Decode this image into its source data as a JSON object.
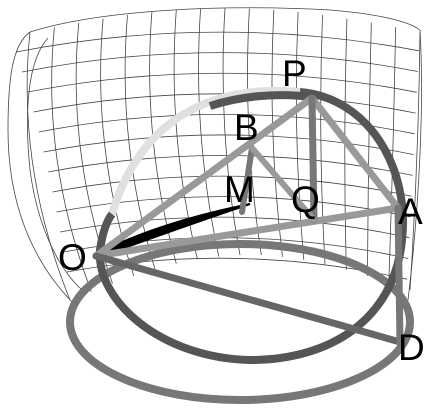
{
  "figure": {
    "description_type": "3d-geometry-diagram",
    "colors": {
      "background": "#ffffff",
      "mesh": "#444444",
      "outer_circle": "#777777",
      "upper_circle": "#555555",
      "upper_circle_highlight": "#e0e0e0",
      "segment_dark": "#666666",
      "segment_light": "#999999",
      "black_lens": "#000000",
      "labels": "#000000"
    },
    "points": {
      "O": "O",
      "A": "A",
      "B": "B",
      "P": "P",
      "Q": "Q",
      "M": "M",
      "D": "D"
    }
  }
}
